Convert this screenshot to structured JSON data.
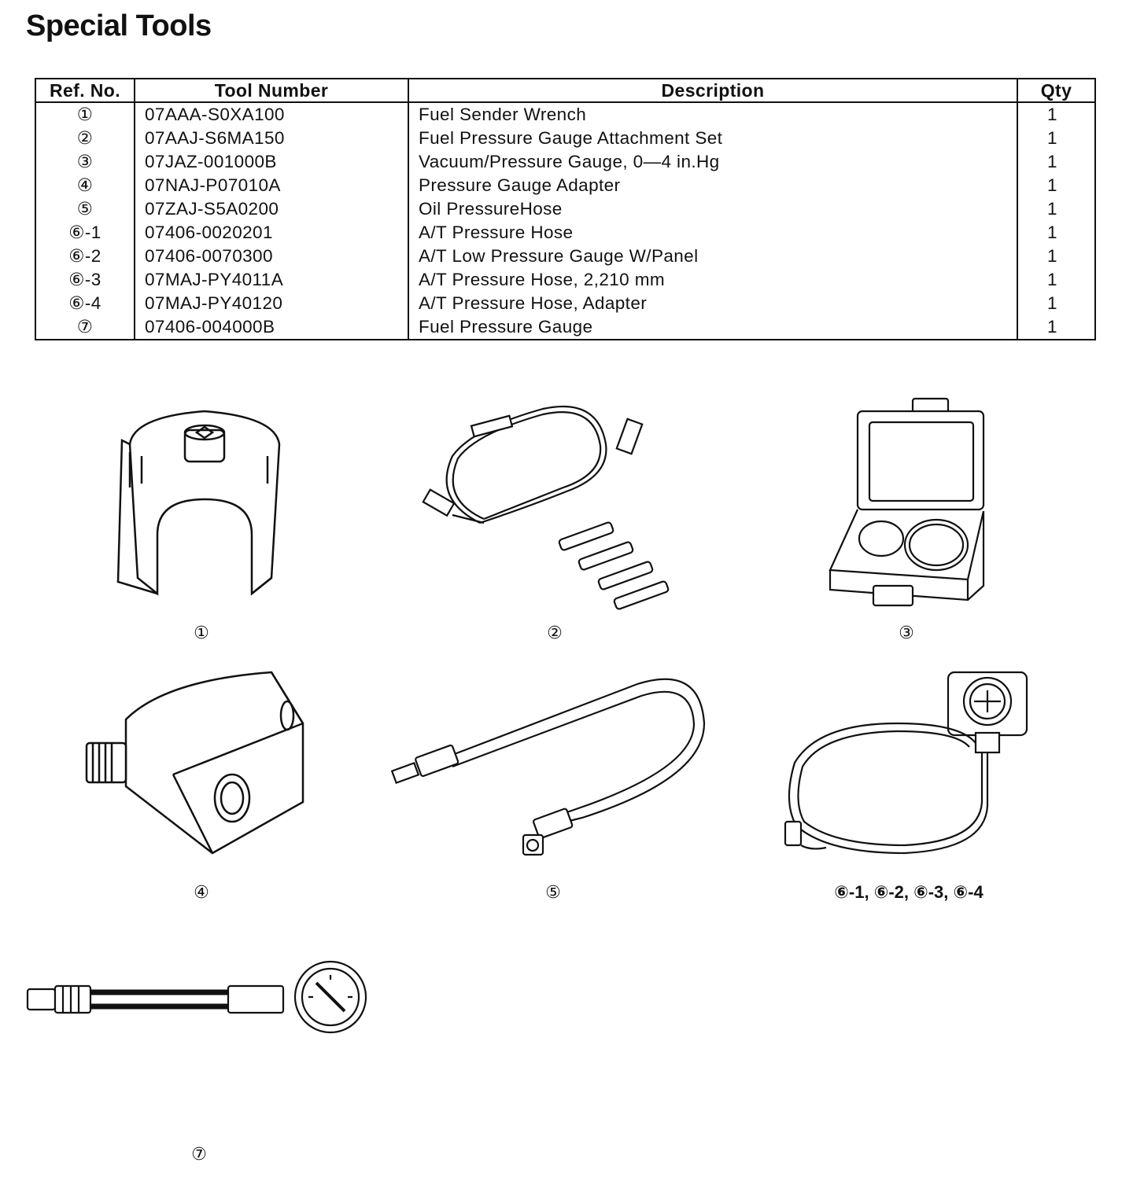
{
  "title": "Special Tools",
  "table": {
    "headers": {
      "ref": "Ref. No.",
      "tool": "Tool Number",
      "desc": "Description",
      "qty": "Qty"
    },
    "rows": [
      {
        "ref": "①",
        "tool": "07AAA-S0XA100",
        "desc": "Fuel Sender Wrench",
        "qty": "1"
      },
      {
        "ref": "②",
        "tool": "07AAJ-S6MA150",
        "desc": "Fuel Pressure Gauge Attachment Set",
        "qty": "1"
      },
      {
        "ref": "③",
        "tool": "07JAZ-001000B",
        "desc": "Vacuum/Pressure Gauge, 0—4 in.Hg",
        "qty": "1"
      },
      {
        "ref": "④",
        "tool": "07NAJ-P07010A",
        "desc": "Pressure Gauge Adapter",
        "qty": "1"
      },
      {
        "ref": "⑤",
        "tool": "07ZAJ-S5A0200",
        "desc": "Oil PressureHose",
        "qty": "1"
      },
      {
        "ref": "⑥-1",
        "tool": "07406-0020201",
        "desc": "A/T Pressure Hose",
        "qty": "1"
      },
      {
        "ref": "⑥-2",
        "tool": "07406-0070300",
        "desc": "A/T Low Pressure Gauge W/Panel",
        "qty": "1"
      },
      {
        "ref": "⑥-3",
        "tool": "07MAJ-PY4011A",
        "desc": "A/T Pressure Hose, 2,210 mm",
        "qty": "1"
      },
      {
        "ref": "⑥-4",
        "tool": "07MAJ-PY40120",
        "desc": "A/T Pressure Hose, Adapter",
        "qty": "1"
      },
      {
        "ref": "⑦",
        "tool": "07406-004000B",
        "desc": "Fuel Pressure Gauge",
        "qty": "1"
      }
    ]
  },
  "figures": {
    "fig1": "①",
    "fig2": "②",
    "fig3": "③",
    "fig4": "④",
    "fig5": "⑤",
    "fig6": "⑥-1, ⑥-2, ⑥-3, ⑥-4",
    "fig7": "⑦"
  }
}
